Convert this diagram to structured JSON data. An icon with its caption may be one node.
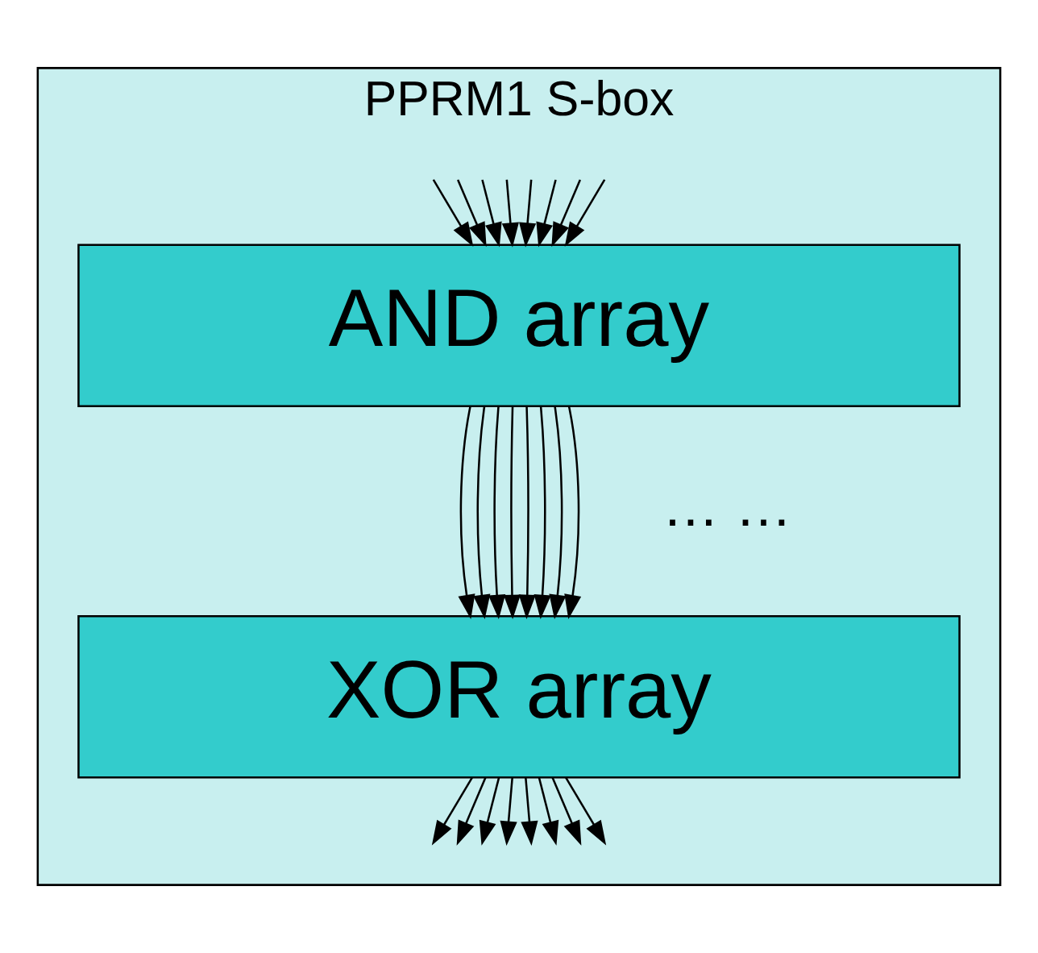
{
  "diagram": {
    "nodes": [
      {
        "text": [
          "PPRM1 S-box"
        ]
      },
      {
        "text": [
          "AND array"
        ],
        "in": 0
      },
      {
        "text": [
          "XOR array"
        ],
        "in": 0
      }
    ],
    "edges": [
      {
        "from": null,
        "to": 1,
        "arrow": "to"
      },
      {
        "from": null,
        "to": 1,
        "arrow": "to"
      },
      {
        "from": null,
        "to": 1,
        "arrow": "to"
      },
      {
        "from": null,
        "to": 1,
        "arrow": "to"
      },
      {
        "from": null,
        "to": 1,
        "arrow": "to"
      },
      {
        "from": null,
        "to": 1,
        "arrow": "to"
      },
      {
        "from": null,
        "to": 1,
        "arrow": "to"
      },
      {
        "from": null,
        "to": 1,
        "arrow": "to"
      },
      {
        "from": 1,
        "to": 2,
        "arrow": "to"
      },
      {
        "from": 1,
        "to": 2,
        "arrow": "to"
      },
      {
        "from": 1,
        "to": 2,
        "arrow": "to"
      },
      {
        "from": 1,
        "to": 2,
        "arrow": "to"
      },
      {
        "from": 1,
        "to": 2,
        "arrow": "to"
      },
      {
        "from": 1,
        "to": 2,
        "arrow": "to"
      },
      {
        "from": 1,
        "to": 2,
        "arrow": "to"
      },
      {
        "from": 1,
        "to": 2,
        "arrow": "to"
      },
      {
        "from": 2,
        "to": null,
        "arrow": "to"
      },
      {
        "from": 2,
        "to": null,
        "arrow": "to"
      },
      {
        "from": 2,
        "to": null,
        "arrow": "to"
      },
      {
        "from": 2,
        "to": null,
        "arrow": "to"
      },
      {
        "from": 2,
        "to": null,
        "arrow": "to"
      },
      {
        "from": 2,
        "to": null,
        "arrow": "to"
      },
      {
        "from": 2,
        "to": null,
        "arrow": "to"
      },
      {
        "from": 2,
        "to": null,
        "arrow": "to"
      }
    ],
    "labels": [
      "… …"
    ]
  }
}
